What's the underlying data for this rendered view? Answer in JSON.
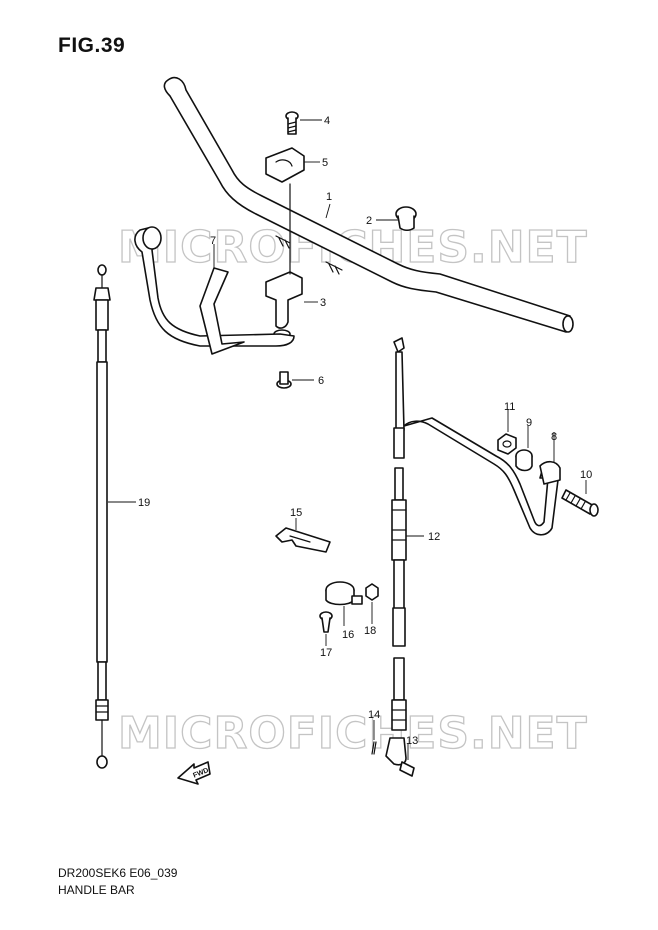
{
  "figure": {
    "title": "FIG.39",
    "code": "DR200SEK6 E06_039",
    "name": "HANDLE BAR"
  },
  "watermark": {
    "text": "MICROFICHES.NET"
  },
  "direction_marker": {
    "text": "FWD"
  },
  "callouts": [
    {
      "number": "1"
    },
    {
      "number": "2"
    },
    {
      "number": "3"
    },
    {
      "number": "4"
    },
    {
      "number": "5"
    },
    {
      "number": "6"
    },
    {
      "number": "7"
    },
    {
      "number": "8"
    },
    {
      "number": "9"
    },
    {
      "number": "10"
    },
    {
      "number": "11"
    },
    {
      "number": "12"
    },
    {
      "number": "13"
    },
    {
      "number": "14"
    },
    {
      "number": "15"
    },
    {
      "number": "16"
    },
    {
      "number": "17"
    },
    {
      "number": "18"
    },
    {
      "number": "19"
    }
  ],
  "colors": {
    "line": "#111111",
    "watermark": "#c4c4c4",
    "background": "#ffffff"
  }
}
